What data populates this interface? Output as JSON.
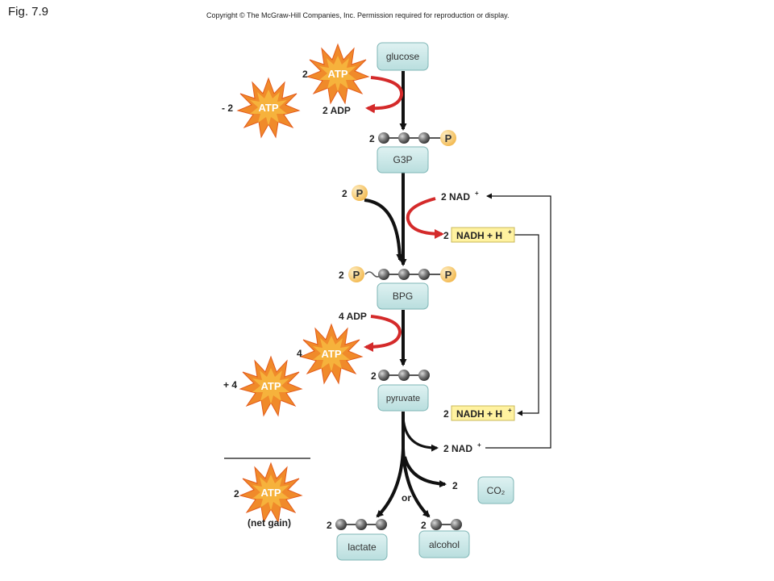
{
  "figure_label": "Fig. 7.9",
  "copyright": "Copyright © The McGraw-Hill Companies, Inc. Permission required for reproduction or display.",
  "molecules": {
    "glucose": "glucose",
    "g3p": "G3P",
    "bpg": "BPG",
    "pyruvate": "pyruvate",
    "lactate": "lactate",
    "alcohol": "alcohol",
    "co2": "CO₂"
  },
  "atp_label": "ATP",
  "phosphate_label": "P",
  "coefficients": {
    "atp_in": "2",
    "atp_minus": "- 2",
    "g3p": "2",
    "p_in": "2",
    "nadh_1": "2",
    "bpg": "2",
    "atp_out": "4",
    "atp_plus": "+ 4",
    "pyruvate": "2",
    "nadh_2": "2",
    "co2": "2",
    "net": "2",
    "lactate": "2",
    "alcohol": "2"
  },
  "labels": {
    "adp_2": "2 ADP",
    "nad_1": "2 NAD",
    "nadh": "NADH  + H",
    "adp_4": "4 ADP",
    "nad_2": "2 NAD",
    "or": "or",
    "net_gain": "(net gain)",
    "plus_sign": "+"
  },
  "colors": {
    "molecule_box": "#c8e6e6",
    "nadh_box": "#fff2a0",
    "phosphate": "#f7c76a",
    "carbon_ball": "#7a7a7a",
    "red_arrow": "#d42a2a",
    "atp_burst_outer": "#f08a2a",
    "atp_burst_inner": "#f6b23c"
  }
}
